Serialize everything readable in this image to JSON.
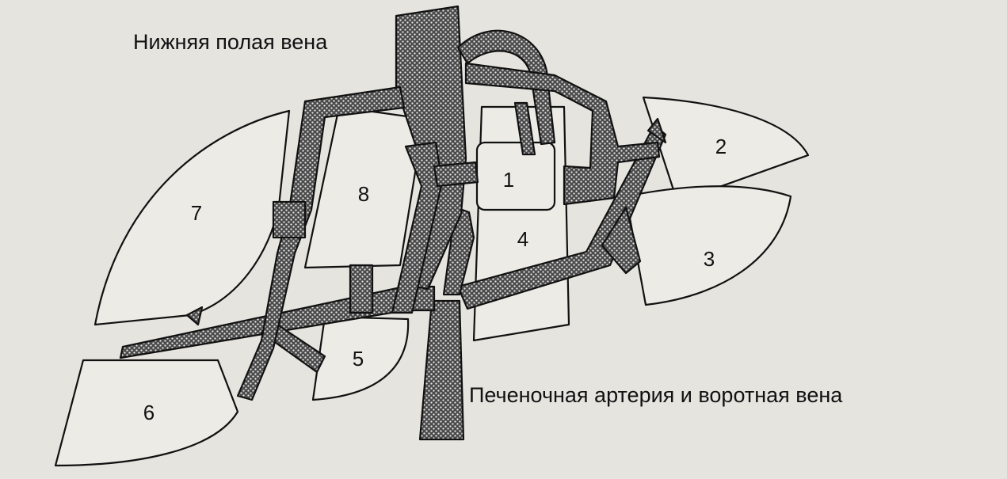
{
  "labels": {
    "ivc": "Нижняя полая вена",
    "portal": "Печеночная артерия и воротная вена"
  },
  "segments": [
    {
      "id": "segment-1",
      "number": "1"
    },
    {
      "id": "segment-2",
      "number": "2"
    },
    {
      "id": "segment-3",
      "number": "3"
    },
    {
      "id": "segment-4",
      "number": "4"
    },
    {
      "id": "segment-5",
      "number": "5"
    },
    {
      "id": "segment-6",
      "number": "6"
    },
    {
      "id": "segment-7",
      "number": "7"
    },
    {
      "id": "segment-8",
      "number": "8"
    }
  ],
  "colors": {
    "background": "#e6e4df",
    "segment_fill": "#ecebe6",
    "outline": "#111111",
    "vessel_fill": "#8f8f8f"
  }
}
